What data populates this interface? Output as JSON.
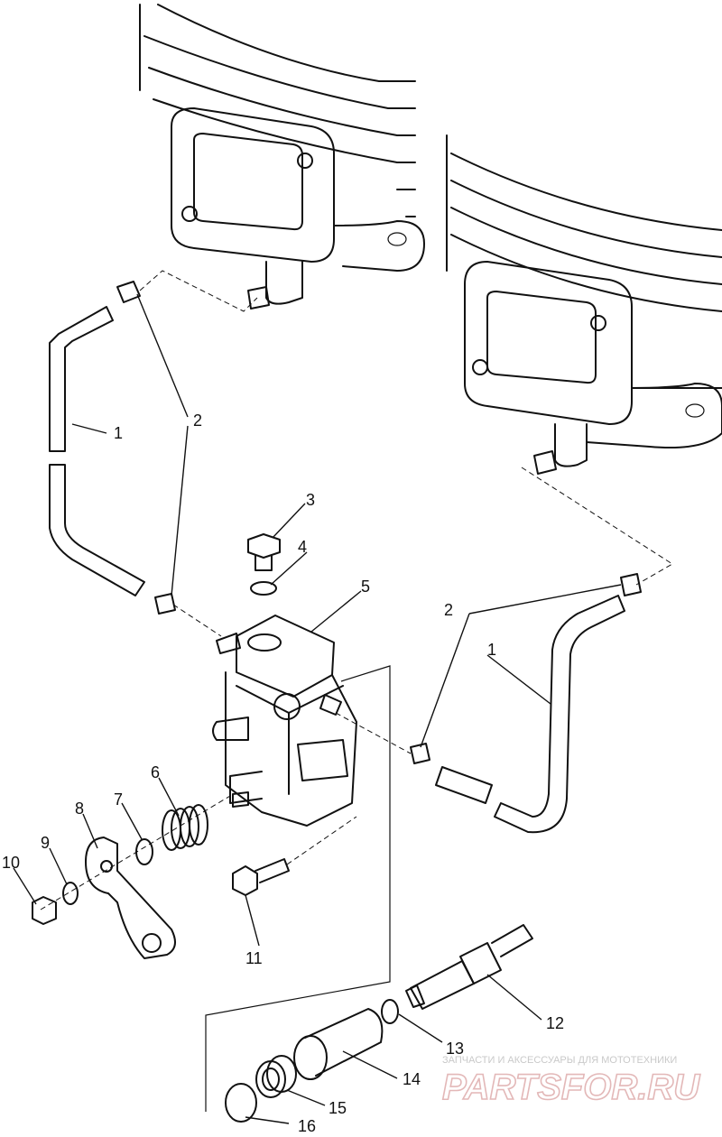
{
  "callouts": {
    "c1a": "1",
    "c2a": "2",
    "c3": "3",
    "c4": "4",
    "c5": "5",
    "c6": "6",
    "c7": "7",
    "c8": "8",
    "c9": "9",
    "c10": "10",
    "c1b": "1",
    "c2b": "2",
    "c11": "11",
    "c12": "12",
    "c13": "13",
    "c14": "14",
    "c15": "15",
    "c16": "16"
  },
  "watermark": {
    "tagline": "ЗАПЧАСТИ И АКСЕССУАРЫ ДЛЯ МОТОТЕХНИКИ",
    "brand": "PARTSFOR.RU"
  }
}
